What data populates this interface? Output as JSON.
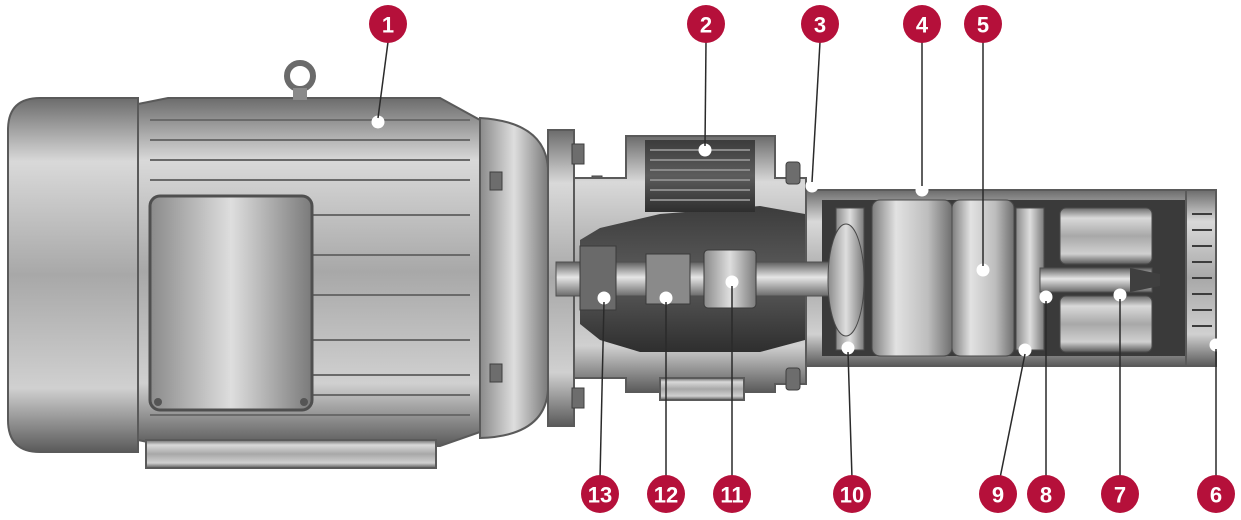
{
  "diagram": {
    "subject": "cutaway-pump-motor",
    "callouts": [
      {
        "id": "1",
        "label": "1"
      },
      {
        "id": "2",
        "label": "2"
      },
      {
        "id": "3",
        "label": "3"
      },
      {
        "id": "4",
        "label": "4"
      },
      {
        "id": "5",
        "label": "5"
      },
      {
        "id": "6",
        "label": "6"
      },
      {
        "id": "7",
        "label": "7"
      },
      {
        "id": "8",
        "label": "8"
      },
      {
        "id": "9",
        "label": "9"
      },
      {
        "id": "10",
        "label": "10"
      },
      {
        "id": "11",
        "label": "11"
      },
      {
        "id": "12",
        "label": "12"
      },
      {
        "id": "13",
        "label": "13"
      }
    ],
    "colors": {
      "callout": "#b5103a",
      "callout_text": "#ffffff",
      "leader": "#ffffff",
      "metal_light": "#d6d6d6",
      "metal_mid": "#9a9a9a",
      "metal_dark": "#4a4a4a",
      "background": "#ffffff"
    }
  }
}
